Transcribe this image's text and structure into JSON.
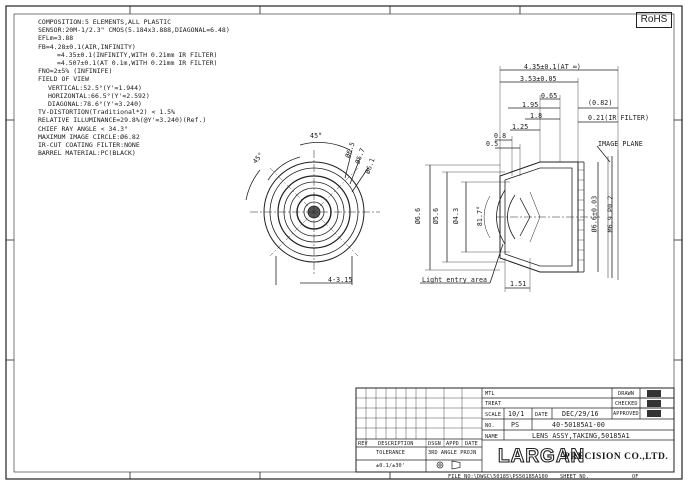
{
  "badge": "RoHS",
  "specs": {
    "composition": "COMPOSITION:5 ELEMENTS,ALL PLASTIC",
    "sensor": "SENSOR:20M-1/2.3\" CMOS(5.184x3.888,DIAGONAL=6.48)",
    "efl": "EFLm=3.88",
    "fb": "FB=4.28±0.1(AIR,INFINITY)",
    "fb_ir": "=4.35±0.1(INFINITY,WITH 0.21mm IR FILTER)",
    "fb_ir2": "=4.507±0.1(AT 0.1m,WITH 0.21mm IR FILTER)",
    "fno": "FNO=2±5% (INFINIFE)",
    "fov": "FIELD OF VIEW",
    "vertical": "VERTICAL:52.5°(Y'=1.944)",
    "horizontal": "HORIZONTAL:66.5°(Y'=2.592)",
    "diagonal": "DIAGONAL:78.6°(Y'=3.240)",
    "tv_distortion": "TV-DISTORTION(Traditional*2) < 1.5%",
    "illuminance": "RELATIVE ILLUMINANCE=29.8%(@Y'=3.240)(Ref.)",
    "cra": "CHIEF RAY ANGLE < 34.3°",
    "image_circle": "MAXIMUM IMAGE CIRCLE:Ø6.82",
    "ir_cut": "IR-CUT COATING FILTER:NONE",
    "barrel": "BARREL MATERIAL:PC(BLACK)"
  },
  "front_view": {
    "angle_top": "45°",
    "angle_left": "45°",
    "d1": "Ø6.5",
    "d2": "Ø5.7",
    "d3": "Ø6.1",
    "bottom": "4-3.15"
  },
  "side_view": {
    "fb_at": "4.35±0.1(AT ∞)",
    "len_353": "3.53±0.05",
    "len_065": "0.65",
    "len_195": "1.95",
    "len_082": "(0.82)",
    "len_18": "1.8",
    "ir_filter": "0.21(IR FILTER)",
    "len_125": "1.25",
    "len_08": "0.8",
    "len_05": "0.5",
    "image_plane": "IMAGE PLANE",
    "d66": "Ø6.6",
    "d56": "Ø5.6",
    "d43": "Ø4.3",
    "angle": "81.7°",
    "d661": "Ø6.6±0.03",
    "m69": "M6.9 P0.2",
    "light_entry": "Light entry area",
    "len_151": "1.51"
  },
  "title_block": {
    "mtl": "MTL",
    "treat": "TREAT",
    "scale_label": "SCALE",
    "scale": "10/1",
    "date_label": "DATE",
    "date": "DEC/29/16",
    "no_label": "NO.",
    "ps": "PS",
    "part_no": "40-50185A1-00",
    "name_label": "NAME",
    "name": "LENS ASSY,TAKING,50185A1",
    "drawn": "DRAWN",
    "checked": "CHECKED",
    "approved": "APPROVED",
    "rev": "REV",
    "description": "DESCRIPTION",
    "dsgn": "DSGN",
    "appd": "APPD",
    "date_col": "DATE",
    "tolerance": "TOLERANCE",
    "tolerance_val": "±0.1/±30'",
    "third_angle": "3RD ANGLE PROJN",
    "company": "LARGAN",
    "company_sub": "PRECISION CO.,LTD.",
    "file_no": "FILE NO:\\DWGC\\50185\\PS50185A100",
    "sheet_no": "SHEET NO.",
    "of": "OF"
  }
}
